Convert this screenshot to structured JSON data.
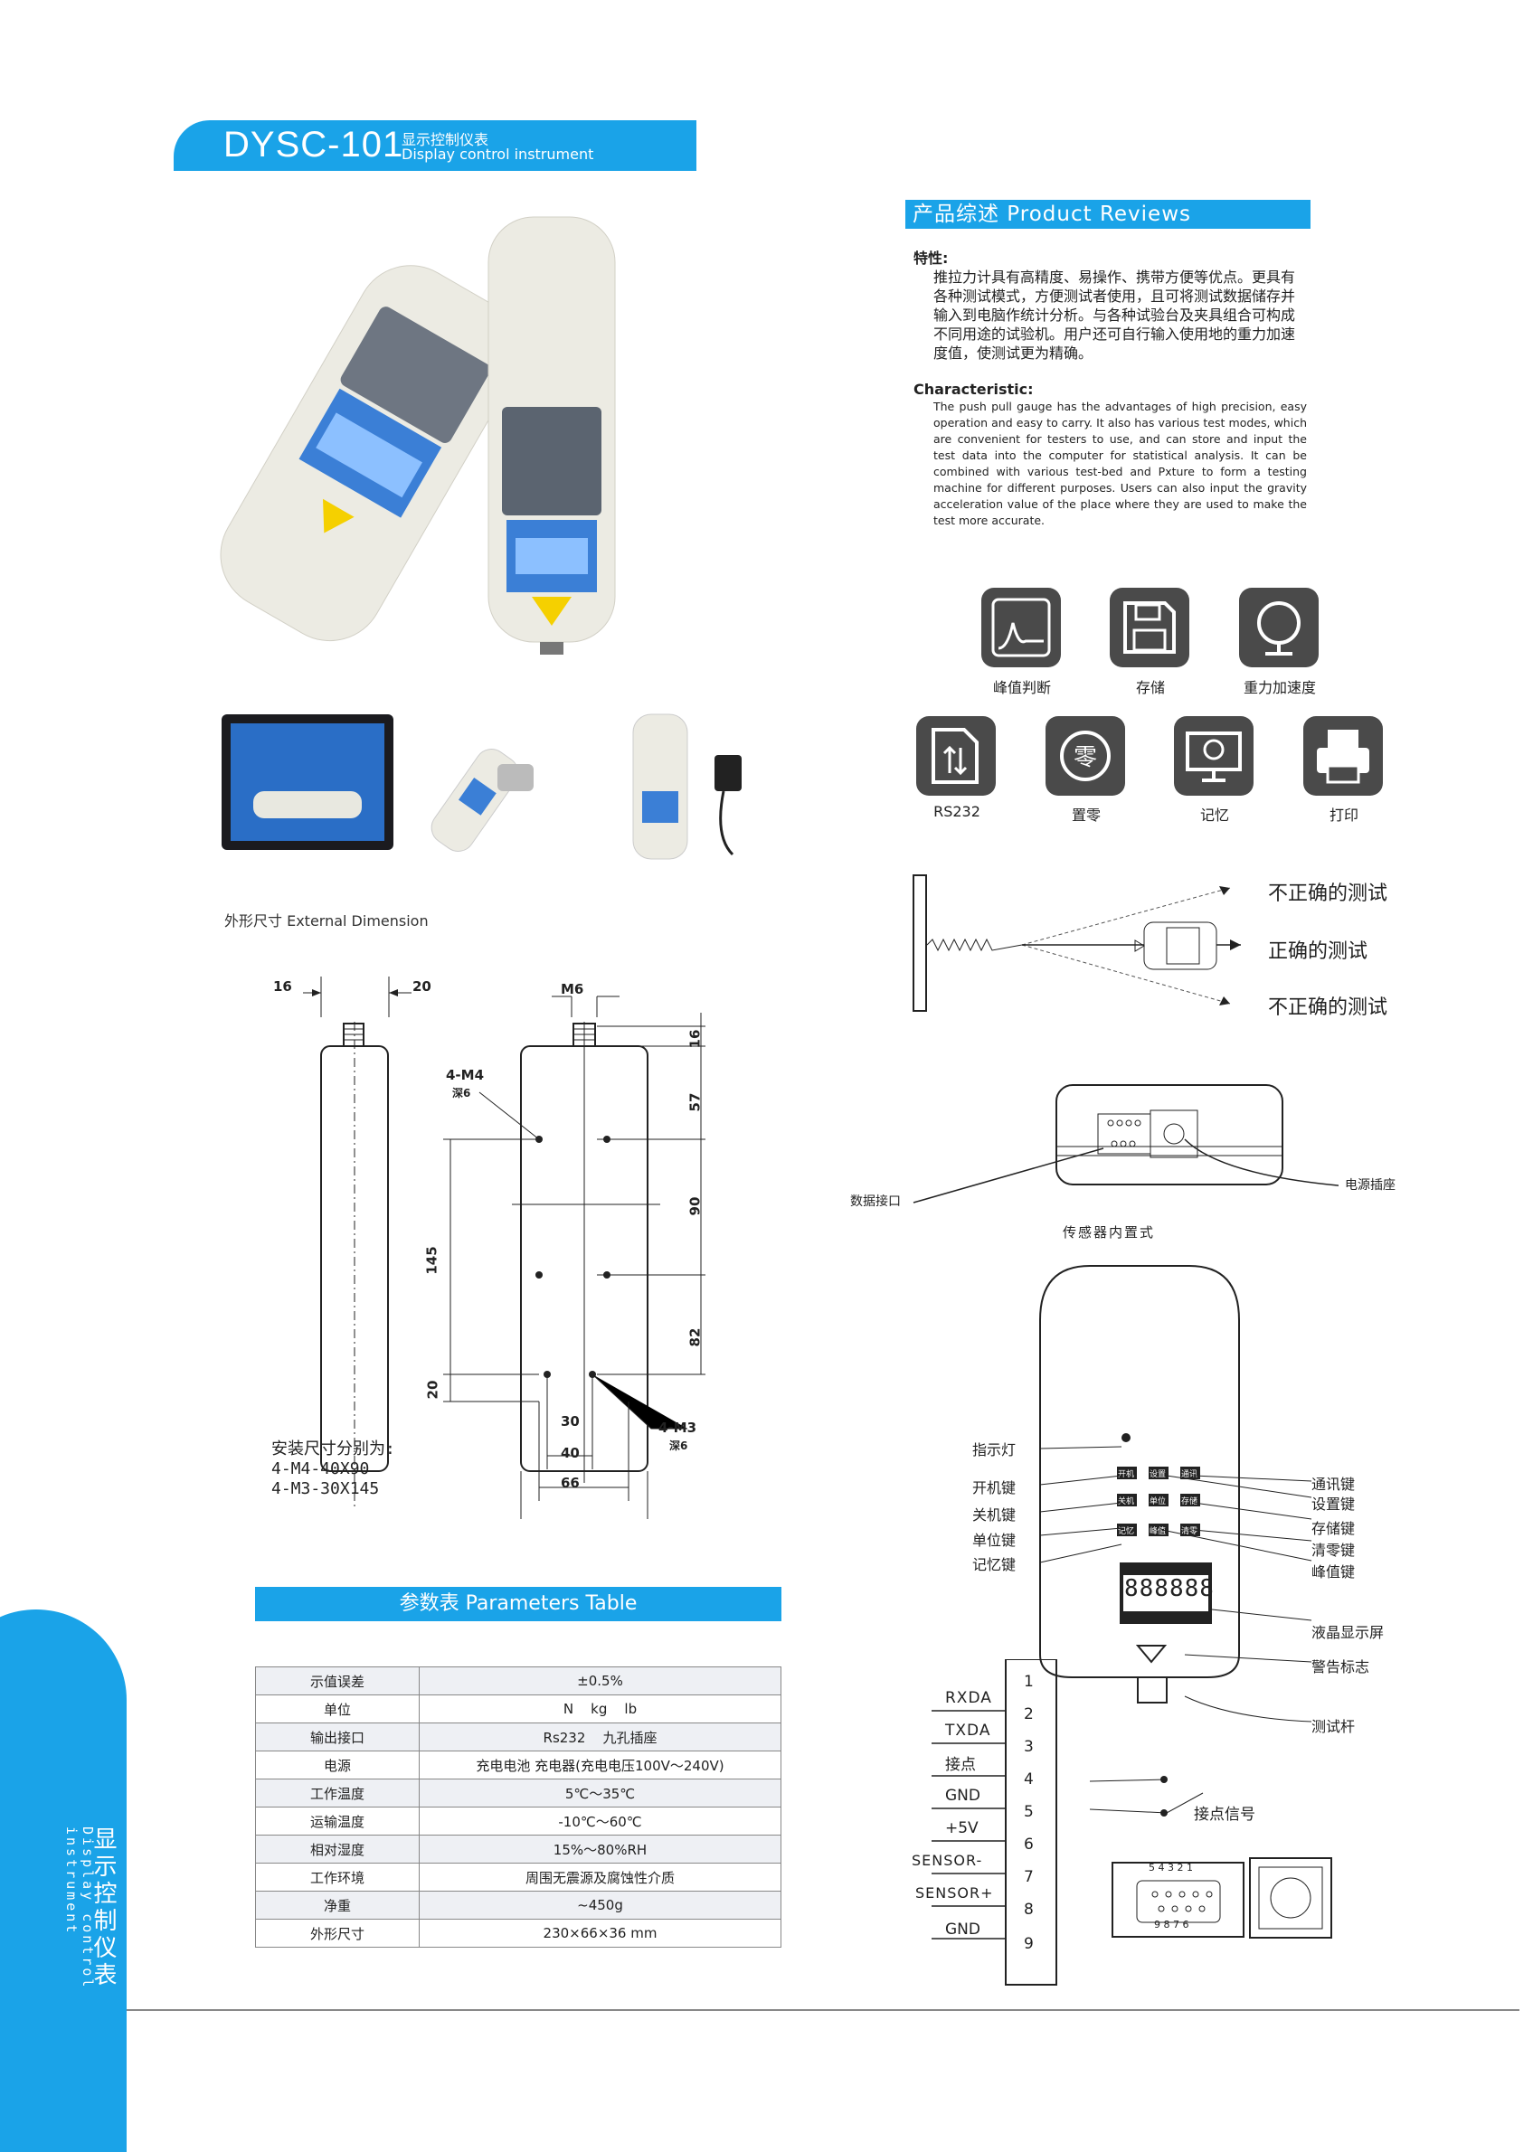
{
  "header": {
    "model": "DYSC-101",
    "title_cn": "显示控制仪表",
    "title_en": "Display control instrument"
  },
  "reviews": {
    "heading": "产品综述  Product Reviews",
    "feature_cn_title": "特性:",
    "feature_cn_text": "推拉力计具有高精度、易操作、携带方便等优点。更具有各种测试模式，方便测试者使用，且可将测试数据储存并输入到电脑作统计分析。与各种试验台及夹具组合可构成不同用途的试验机。用户还可自行输入使用地的重力加速度值，使测试更为精确。",
    "feature_en_title": "Characteristic:",
    "feature_en_text": "The push pull gauge has the advantages of high precision, easy operation and easy to carry. It also has various test modes, which are convenient for testers to use, and can store and input the test data into the computer for statistical analysis. It can be combined with various test-bed and Pxture to form a testing machine for different purposes. Users can also input the gravity acceleration value of the place where they are used to make the test more accurate."
  },
  "icons": {
    "row1": [
      {
        "label": "峰值判断",
        "icon": "peak-chart-icon"
      },
      {
        "label": "存储",
        "icon": "floppy-disk-icon"
      },
      {
        "label": "重力加速度",
        "icon": "globe-icon"
      }
    ],
    "row2": [
      {
        "label": "RS232",
        "icon": "document-transfer-icon"
      },
      {
        "label": "置零",
        "icon": "zero-reset-icon"
      },
      {
        "label": "记忆",
        "icon": "brain-monitor-icon"
      },
      {
        "label": "打印",
        "icon": "printer-icon"
      }
    ]
  },
  "test_diagram": {
    "wrong_top": "不正确的测试",
    "correct": "正确的测试",
    "wrong_bottom": "不正确的测试"
  },
  "sensor_diagram": {
    "data_port": "数据接口",
    "power_socket": "电源插座",
    "caption": "传感器内置式"
  },
  "device_diagram": {
    "left_labels": [
      "指示灯",
      "开机键",
      "关机键",
      "单位键",
      "记忆键"
    ],
    "right_labels": [
      "通讯键",
      "设置键",
      "存储键",
      "清零键",
      "峰值键",
      "液晶显示屏",
      "警告标志",
      "测试杆"
    ],
    "keys_row1": [
      "开机",
      "设置",
      "通讯"
    ],
    "keys_row2": [
      "关机",
      "单位",
      "存储"
    ],
    "keys_row3": [
      "记忆",
      "峰值",
      "清零"
    ],
    "lcd": "888888"
  },
  "pinout": {
    "pins": [
      "1",
      "2",
      "3",
      "4",
      "5",
      "6",
      "7",
      "8",
      "9"
    ],
    "signals": [
      "RXDA",
      "TXDA",
      "接点",
      "GND",
      "+5V",
      "SENSOR-",
      "SENSOR+",
      "GND"
    ],
    "contact_signal": "接点信号",
    "connector_top": "5 4 3 2 1",
    "connector_bottom": "9 8 7 6"
  },
  "dimension": {
    "title": "外形尺寸 External Dimension",
    "side_top_left": "16",
    "side_top_right": "20",
    "front_top": "M6",
    "label_m4": "4-M4",
    "label_m4_depth": "深6",
    "label_m3": "4-M3",
    "label_m3_depth": "深6",
    "v145": "145",
    "v20": "20",
    "r16": "16",
    "r57": "57",
    "r90": "90",
    "r82": "82",
    "b30": "30",
    "b40": "40",
    "b66": "66",
    "install_title": "安装尺寸分别为:",
    "install_1": "4-M4-40X90",
    "install_2": "4-M3-30X145"
  },
  "params": {
    "heading": "参数表  Parameters Table",
    "rows": [
      [
        "示值误差",
        "±0.5%"
      ],
      [
        "单位",
        "N    kg    lb"
      ],
      [
        "输出接口",
        "Rs232    九孔插座"
      ],
      [
        "电源",
        "充电电池  充电器(充电电压100V～240V)"
      ],
      [
        "工作温度",
        "5℃～35℃"
      ],
      [
        "运输温度",
        "-10℃～60℃"
      ],
      [
        "相对湿度",
        "15%～80%RH"
      ],
      [
        "工作环境",
        "周围无震源及腐蚀性介质"
      ],
      [
        "净重",
        "~450g"
      ],
      [
        "外形尺寸",
        "230×66×36 mm"
      ]
    ]
  },
  "side": {
    "cn": "显示控制仪表",
    "en": "Display control instrument"
  }
}
